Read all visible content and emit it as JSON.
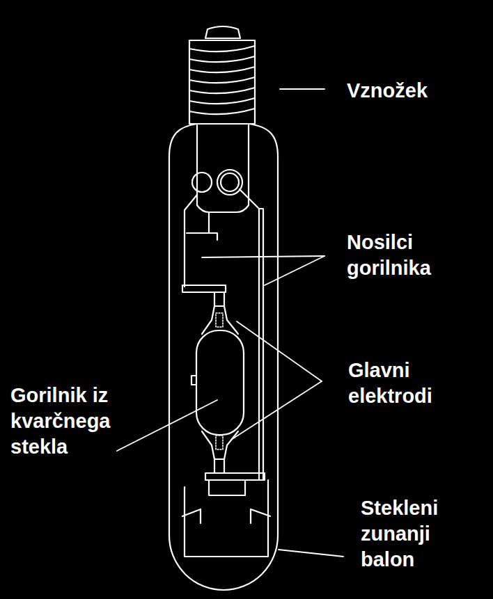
{
  "diagram": {
    "labels": [
      "Vznožek",
      "Nosilci gorilnika",
      "Glavni elektrodi",
      "Gorilnik iz kvarčnega stekla",
      "Stekleni zunanji balon"
    ]
  }
}
